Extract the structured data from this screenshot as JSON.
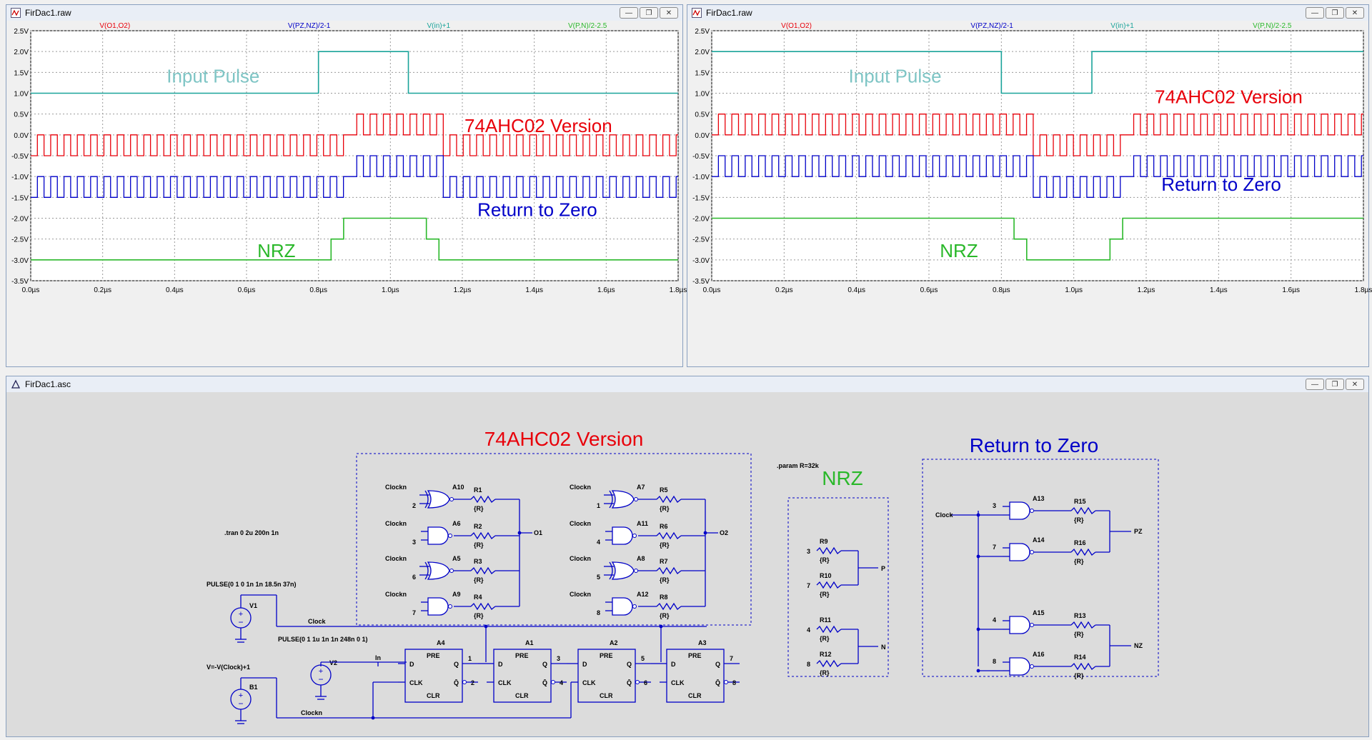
{
  "windows": {
    "left_raw": {
      "title": "FirDac1.raw"
    },
    "right_raw": {
      "title": "FirDac1.raw"
    },
    "schematic": {
      "title": "FirDac1.asc"
    }
  },
  "window_buttons": {
    "minimize": "—",
    "restore": "❐",
    "close": "✕"
  },
  "traces": {
    "t1": "V(O1,O2)",
    "t2": "V(PZ,NZ)/2-1",
    "t3": "V(in)+1",
    "t4": "V(P,N)/2-2.5"
  },
  "colors": {
    "red": "#e8000a",
    "blue": "#0000c8",
    "teal": "#1aa39a",
    "green": "#2ab82a",
    "plot_bg": "#ffffff"
  },
  "y_ticks": [
    "2.5V",
    "2.0V",
    "1.5V",
    "1.0V",
    "0.5V",
    "0.0V",
    "-0.5V",
    "-1.0V",
    "-1.5V",
    "-2.0V",
    "-2.5V",
    "-3.0V",
    "-3.5V"
  ],
  "x_ticks": [
    "0.0µs",
    "0.2µs",
    "0.4µs",
    "0.6µs",
    "0.8µs",
    "1.0µs",
    "1.2µs",
    "1.4µs",
    "1.6µs",
    "1.8µs"
  ],
  "annotations": {
    "input_pulse": "Input Pulse",
    "ahc": "74AHC02 Version",
    "rtz": "Return to Zero",
    "nrz": "NRZ"
  },
  "chart_data": [
    {
      "type": "line",
      "title": "",
      "x_range_us": [
        0,
        1.8
      ],
      "ylim": [
        -3.5,
        2.5
      ],
      "series": [
        {
          "name": "V(in)+1",
          "steps": [
            [
              0,
              1.0
            ],
            [
              0.8,
              2.0
            ],
            [
              1.05,
              1.0
            ],
            [
              1.8,
              1.0
            ]
          ]
        },
        {
          "name": "V(P,N)/2-2.5",
          "steps": [
            [
              0,
              -3.0
            ],
            [
              0.835,
              -2.5
            ],
            [
              0.87,
              -2.0
            ],
            [
              1.1,
              -2.5
            ],
            [
              1.135,
              -3.0
            ],
            [
              1.8,
              -3.0
            ]
          ]
        },
        {
          "name": "V(O1,O2)",
          "levels": {
            "low": -0.5,
            "high": 0.0,
            "raised_low": 0.0,
            "raised_high": 0.5
          },
          "raised_window_us": [
            0.87,
            1.135
          ]
        },
        {
          "name": "V(PZ,NZ)/2-1",
          "levels": {
            "low": -1.5,
            "high": -1.0,
            "raised_low": -1.0,
            "raised_high": -0.5
          },
          "raised_window_us": [
            0.87,
            1.135
          ]
        }
      ]
    },
    {
      "type": "line",
      "title": "",
      "x_range_us": [
        0,
        1.8
      ],
      "ylim": [
        -3.5,
        2.5
      ],
      "series": [
        {
          "name": "V(in)+1",
          "steps": [
            [
              0,
              2.0
            ],
            [
              0.8,
              1.0
            ],
            [
              1.05,
              2.0
            ],
            [
              1.8,
              2.0
            ]
          ]
        },
        {
          "name": "V(P,N)/2-2.5",
          "steps": [
            [
              0,
              -2.0
            ],
            [
              0.835,
              -2.5
            ],
            [
              0.87,
              -3.0
            ],
            [
              1.1,
              -2.5
            ],
            [
              1.135,
              -2.0
            ],
            [
              1.8,
              -2.0
            ]
          ]
        },
        {
          "name": "V(O1,O2)",
          "levels": {
            "low": 0.0,
            "high": 0.5,
            "lowered_low": -0.5,
            "lowered_high": 0.0
          },
          "lowered_window_us": [
            0.87,
            1.135
          ]
        },
        {
          "name": "V(PZ,NZ)/2-1",
          "levels": {
            "low": -1.0,
            "high": -0.5,
            "lowered_low": -1.5,
            "lowered_high": -1.0
          },
          "lowered_window_us": [
            0.87,
            1.135
          ]
        }
      ]
    }
  ],
  "schematic": {
    "title_ahc": "74AHC02 Version",
    "title_rtz": "Return to Zero",
    "title_nrz": "NRZ",
    "param": ".param R=32k",
    "tran": ".tran 0 2u 200n 1n",
    "pulse1": "PULSE(0 1 0 1n 1n 18.5n 37n)",
    "pulse2": "PULSE(0 1 1u 1n 1n 248n 0 1)",
    "bsrc": "V=-V(Clock)+1",
    "v1": "V1",
    "v2": "V2",
    "b1": "B1",
    "clock": "Clock",
    "clockn": "Clockn",
    "in": "In",
    "gates_left": [
      {
        "name": "A10",
        "top": "Clockn",
        "in": "2",
        "r": "R1"
      },
      {
        "name": "A6",
        "top": "Clockn",
        "in": "3",
        "r": "R2"
      },
      {
        "name": "A5",
        "top": "Clockn",
        "in": "6",
        "r": "R3"
      },
      {
        "name": "A9",
        "top": "Clockn",
        "in": "7",
        "r": "R4"
      }
    ],
    "gates_right": [
      {
        "name": "A7",
        "top": "Clockn",
        "in": "1",
        "r": "R5"
      },
      {
        "name": "A11",
        "top": "Clockn",
        "in": "4",
        "r": "R6"
      },
      {
        "name": "A8",
        "top": "Clockn",
        "in": "5",
        "r": "R7"
      },
      {
        "name": "A12",
        "top": "Clockn",
        "in": "8",
        "r": "R8"
      }
    ],
    "rval": "{R}",
    "o1": "O1",
    "o2": "O2",
    "nrz_res": [
      {
        "name": "R9",
        "in": "3"
      },
      {
        "name": "R10",
        "in": "7"
      },
      {
        "name": "R11",
        "in": "4"
      },
      {
        "name": "R12",
        "in": "8"
      }
    ],
    "p": "P",
    "n": "N",
    "rtz_gates": [
      {
        "name": "A13",
        "in": "3",
        "r": "R15"
      },
      {
        "name": "A14",
        "in": "7",
        "r": "R16"
      },
      {
        "name": "A15",
        "in": "4",
        "r": "R13"
      },
      {
        "name": "A16",
        "in": "8",
        "r": "R14"
      }
    ],
    "pz": "PZ",
    "nz": "NZ",
    "ffs": [
      {
        "name": "A4",
        "q": "1",
        "qn": "2"
      },
      {
        "name": "A1",
        "q": "3",
        "qn": "4"
      },
      {
        "name": "A2",
        "q": "5",
        "qn": "6"
      },
      {
        "name": "A3",
        "q": "7",
        "qn": "8"
      }
    ],
    "pin_d": "D",
    "pin_pre": "PRE",
    "pin_clk": "CLK",
    "pin_clr": "CLR",
    "pin_q": "Q",
    "pin_qn": "Q̄"
  }
}
